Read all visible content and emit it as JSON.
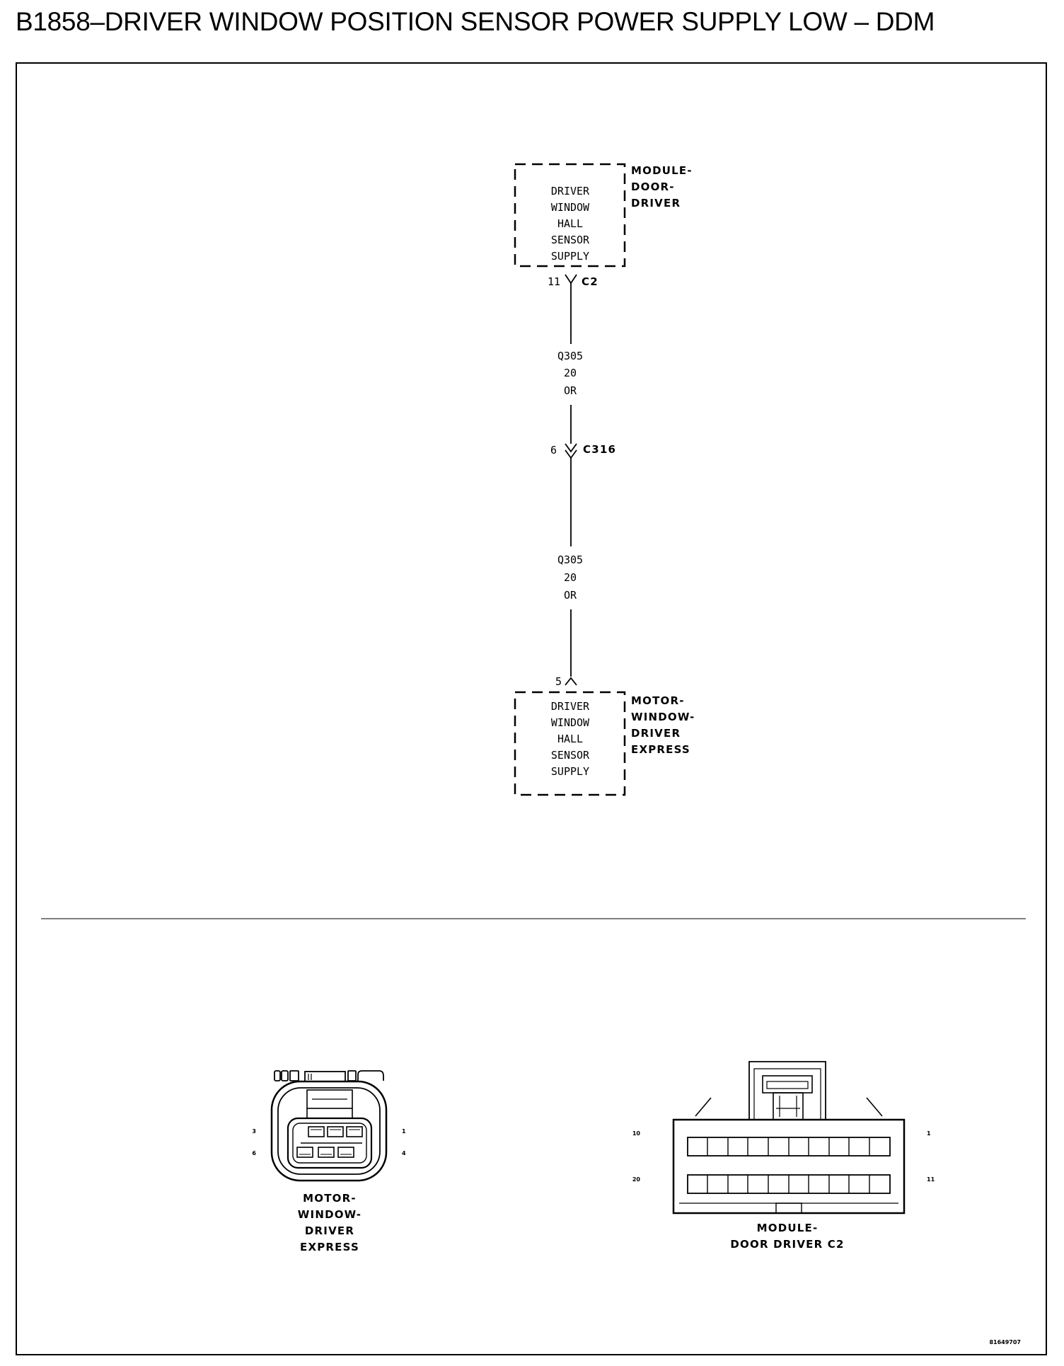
{
  "title": "B1858–DRIVER WINDOW POSITION SENSOR POWER SUPPLY LOW – DDM",
  "ref_code": "81649707",
  "top_component": {
    "function_lines": [
      "DRIVER",
      "WINDOW",
      "HALL",
      "SENSOR",
      "SUPPLY"
    ],
    "name_lines": [
      "MODULE-",
      "DOOR-",
      "DRIVER"
    ],
    "pin": "11",
    "connector": "C2"
  },
  "wire_segment_1": {
    "circuit": "Q305",
    "gauge": "20",
    "color": "OR"
  },
  "inline_connector": {
    "pin": "6",
    "name": "C316"
  },
  "wire_segment_2": {
    "circuit": "Q305",
    "gauge": "20",
    "color": "OR"
  },
  "bottom_component": {
    "pin": "5",
    "function_lines": [
      "DRIVER",
      "WINDOW",
      "HALL",
      "SENSOR",
      "SUPPLY"
    ],
    "name_lines": [
      "MOTOR-",
      "WINDOW-",
      "DRIVER",
      "EXPRESS"
    ]
  },
  "connector_views": {
    "motor": {
      "pin_labels": {
        "top_left": "3",
        "bottom_left": "6",
        "top_right": "1",
        "bottom_right": "4"
      },
      "caption_lines": [
        "MOTOR-",
        "WINDOW-",
        "DRIVER",
        "EXPRESS"
      ]
    },
    "module": {
      "pin_labels": {
        "top_left": "10",
        "bottom_left": "20",
        "top_right": "1",
        "bottom_right": "11"
      },
      "caption_lines": [
        "MODULE-",
        "DOOR DRIVER C2"
      ]
    }
  }
}
